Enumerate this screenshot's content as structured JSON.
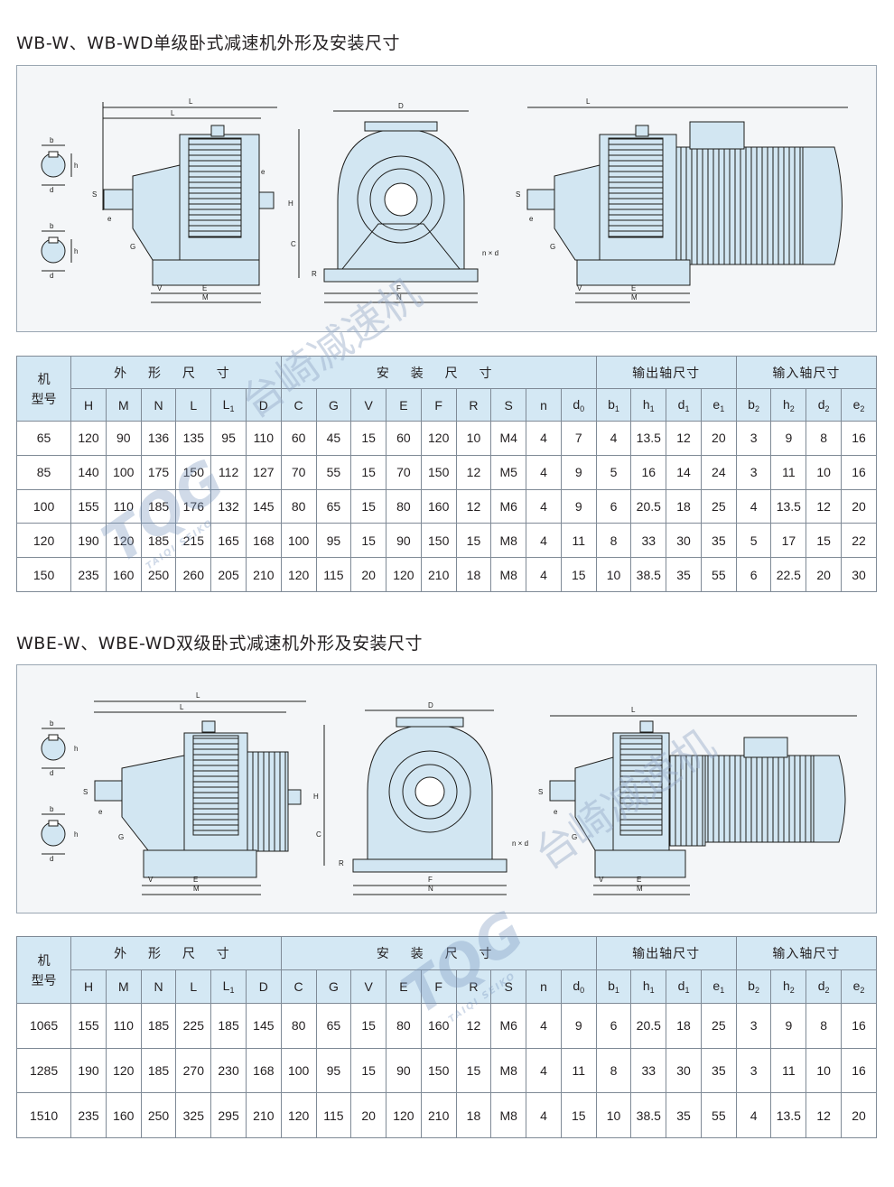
{
  "section1": {
    "title": "WB-W、WB-WD单级卧式减速机外形及安装尺寸"
  },
  "section2": {
    "title": "WBE-W、WBE-WD双级卧式减速机外形及安装尺寸"
  },
  "drawing_labels": {
    "L": "L",
    "L1": "L",
    "D": "D",
    "H": "H",
    "C": "C",
    "R": "R",
    "S": "S",
    "G": "G",
    "V": "V",
    "E": "E",
    "M": "M",
    "F": "F",
    "N": "N",
    "e1": "e",
    "e2": "e",
    "b1": "b",
    "b2": "b",
    "h1": "h",
    "h2": "h",
    "d1": "d",
    "d2": "d",
    "nd0": "n × d",
    "sub1": "1",
    "sub2": "2",
    "sub0": "0"
  },
  "table_header": {
    "model": "机",
    "model2": "型号",
    "group_outline": "外 形 尺 寸",
    "group_install": "安 装 尺 寸",
    "group_output": "输出轴尺寸",
    "group_input": "输入轴尺寸",
    "cols": [
      "H",
      "M",
      "N",
      "L",
      "L",
      "D",
      "C",
      "G",
      "V",
      "E",
      "F",
      "R",
      "S",
      "n",
      "d",
      "b",
      "h",
      "d",
      "e",
      "b",
      "h",
      "d",
      "e"
    ],
    "subs": [
      "",
      "",
      "",
      "",
      "1",
      "",
      "",
      "",
      "",
      "",
      "",
      "",
      "",
      "",
      "0",
      "1",
      "1",
      "1",
      "1",
      "2",
      "2",
      "2",
      "2"
    ]
  },
  "table1": {
    "rows": [
      [
        "65",
        "120",
        "90",
        "136",
        "135",
        "95",
        "110",
        "60",
        "45",
        "15",
        "60",
        "120",
        "10",
        "M4",
        "4",
        "7",
        "4",
        "13.5",
        "12",
        "20",
        "3",
        "9",
        "8",
        "16"
      ],
      [
        "85",
        "140",
        "100",
        "175",
        "150",
        "112",
        "127",
        "70",
        "55",
        "15",
        "70",
        "150",
        "12",
        "M5",
        "4",
        "9",
        "5",
        "16",
        "14",
        "24",
        "3",
        "11",
        "10",
        "16"
      ],
      [
        "100",
        "155",
        "110",
        "185",
        "176",
        "132",
        "145",
        "80",
        "65",
        "15",
        "80",
        "160",
        "12",
        "M6",
        "4",
        "9",
        "6",
        "20.5",
        "18",
        "25",
        "4",
        "13.5",
        "12",
        "20"
      ],
      [
        "120",
        "190",
        "120",
        "185",
        "215",
        "165",
        "168",
        "100",
        "95",
        "15",
        "90",
        "150",
        "15",
        "M8",
        "4",
        "11",
        "8",
        "33",
        "30",
        "35",
        "5",
        "17",
        "15",
        "22"
      ],
      [
        "150",
        "235",
        "160",
        "250",
        "260",
        "205",
        "210",
        "120",
        "115",
        "20",
        "120",
        "210",
        "18",
        "M8",
        "4",
        "15",
        "10",
        "38.5",
        "35",
        "55",
        "6",
        "22.5",
        "20",
        "30"
      ]
    ]
  },
  "table2": {
    "rows": [
      [
        "1065",
        "155",
        "110",
        "185",
        "225",
        "185",
        "145",
        "80",
        "65",
        "15",
        "80",
        "160",
        "12",
        "M6",
        "4",
        "9",
        "6",
        "20.5",
        "18",
        "25",
        "3",
        "9",
        "8",
        "16"
      ],
      [
        "1285",
        "190",
        "120",
        "185",
        "270",
        "230",
        "168",
        "100",
        "95",
        "15",
        "90",
        "150",
        "15",
        "M8",
        "4",
        "11",
        "8",
        "33",
        "30",
        "35",
        "3",
        "11",
        "10",
        "16"
      ],
      [
        "1510",
        "235",
        "160",
        "250",
        "325",
        "295",
        "210",
        "120",
        "115",
        "20",
        "120",
        "210",
        "18",
        "M8",
        "4",
        "15",
        "10",
        "38.5",
        "35",
        "55",
        "4",
        "13.5",
        "12",
        "20"
      ]
    ]
  },
  "watermark": {
    "text": "台崎减速机",
    "logo": "TQG",
    "logo_sub": "TAIQI SEIKO"
  },
  "colors": {
    "machine_fill": "#d2e6f2",
    "machine_stroke": "#1d1d1b",
    "header_fill": "#d4e8f4",
    "panel_fill": "#f4f6f8"
  }
}
